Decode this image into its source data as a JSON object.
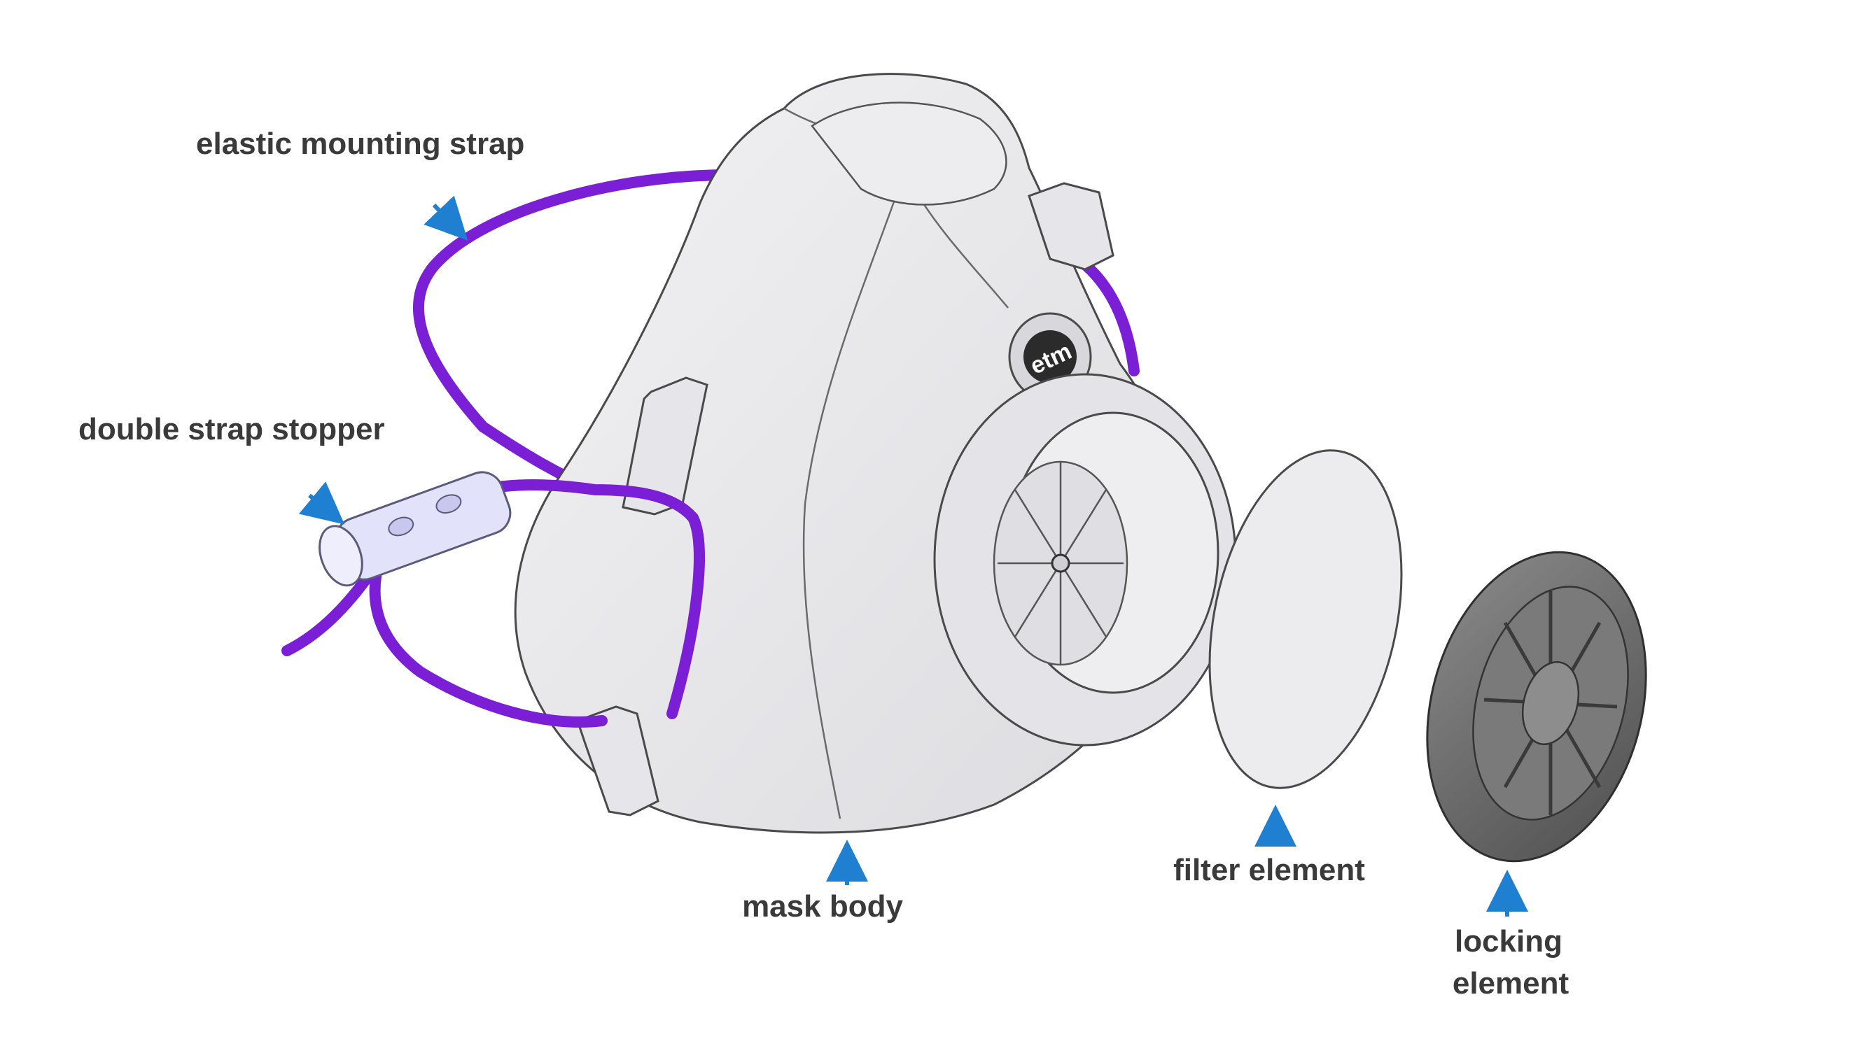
{
  "diagram": {
    "logo_text": "etm",
    "colors": {
      "strap": "#7a1fd6",
      "arrow": "#1f7fd0",
      "mask_fill": "#e9e9ec",
      "outline": "#4a4a4a",
      "locking": "#6b6b6b",
      "stopper": "#e2e2fb"
    },
    "labels": {
      "strap": "elastic mounting strap",
      "stopper": "double strap stopper",
      "mask_body": "mask body",
      "filter": "filter element",
      "locking_line1": "locking",
      "locking_line2": "element"
    }
  }
}
